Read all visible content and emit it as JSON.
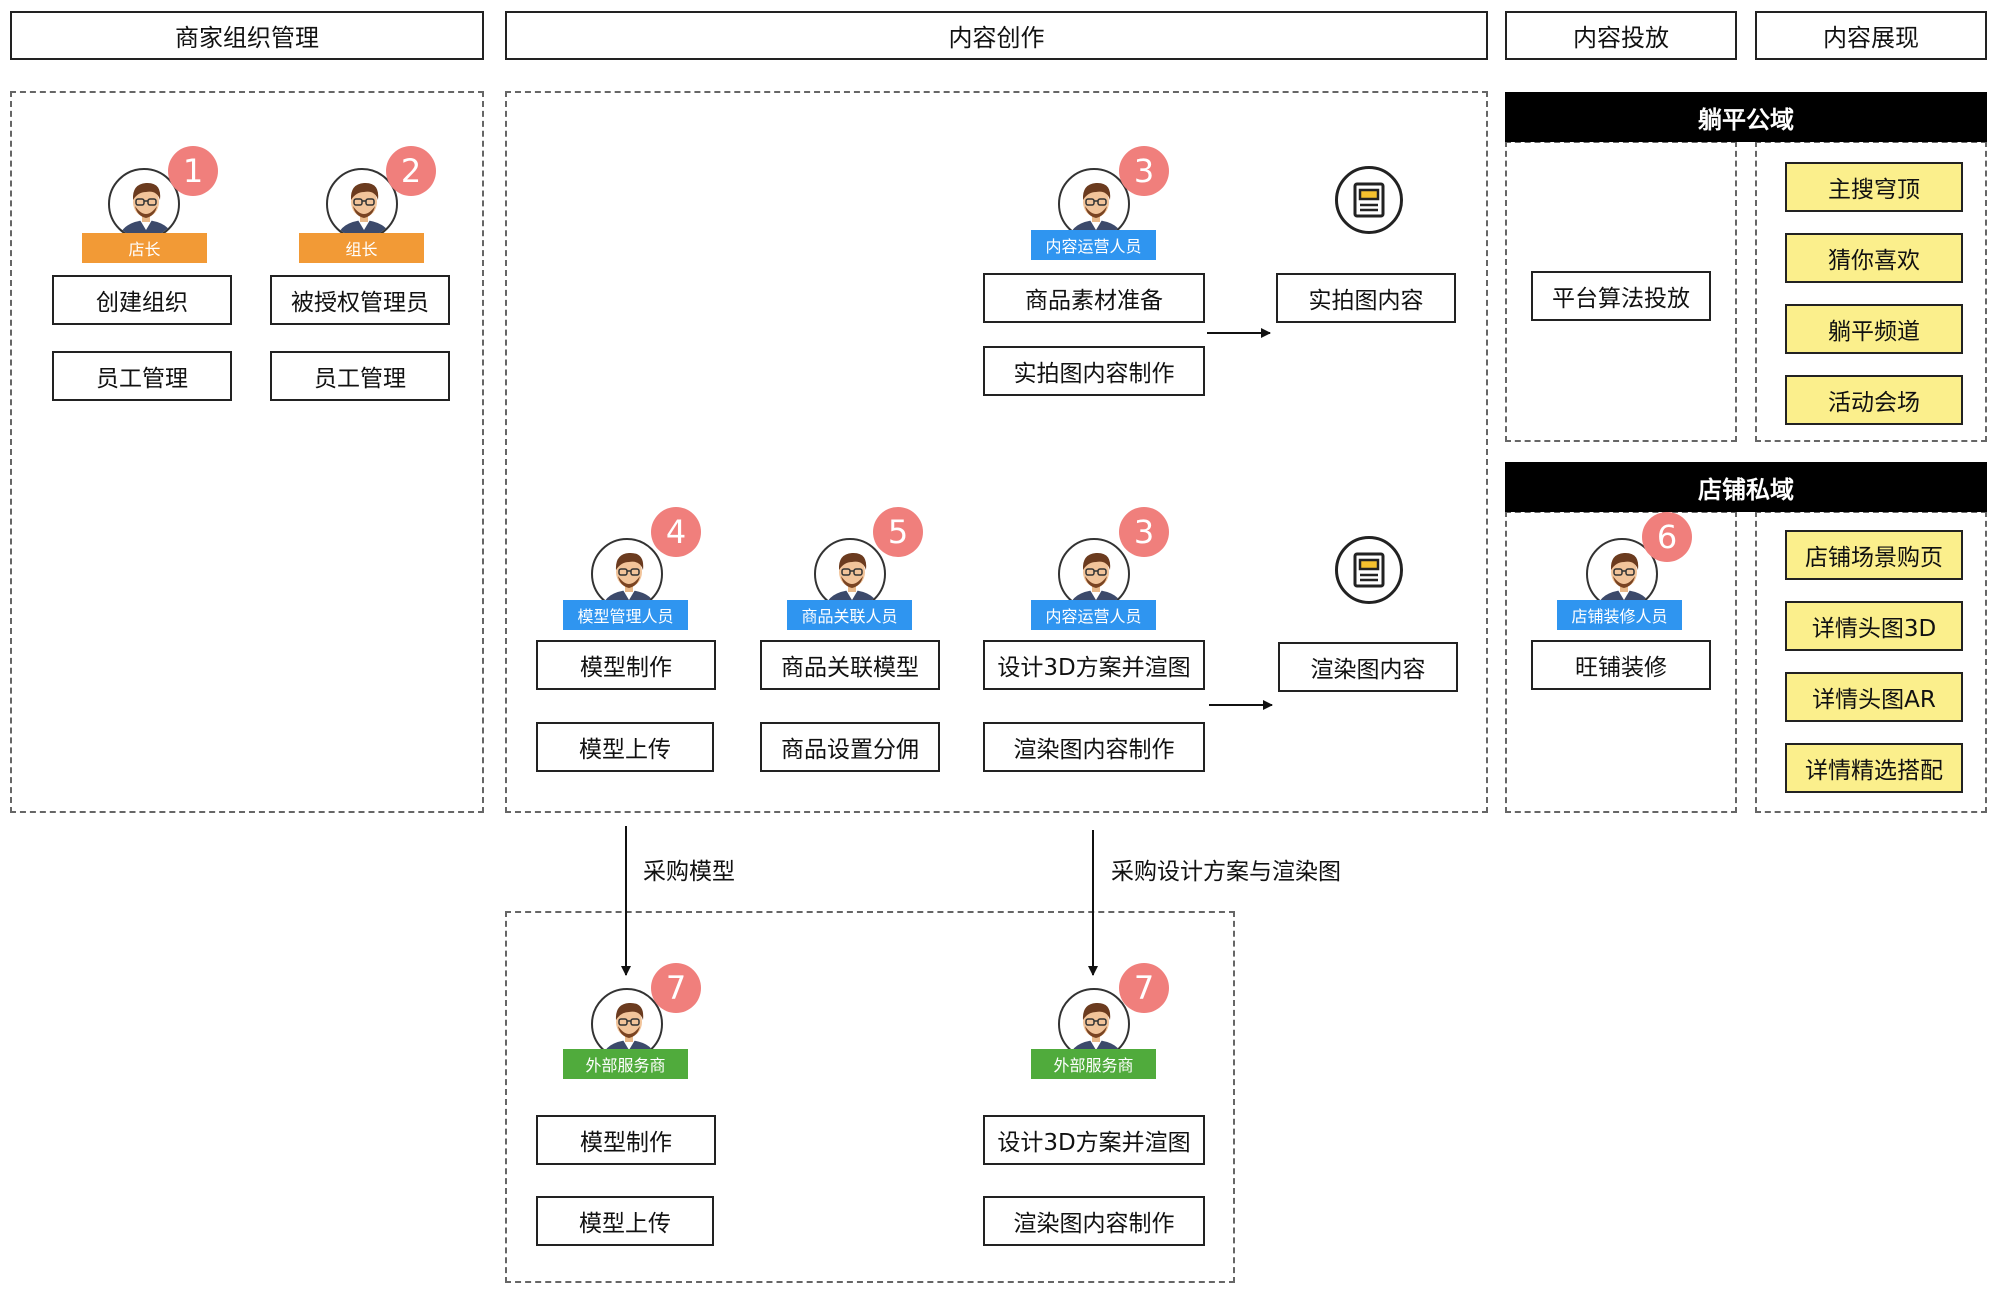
{
  "columns": {
    "merchant": "商家组织管理",
    "creation": "内容创作",
    "delivery": "内容投放",
    "display": "内容展现"
  },
  "merchant": {
    "roles": [
      {
        "number": "1",
        "role": "店长",
        "actions": [
          "创建组织",
          "员工管理"
        ]
      },
      {
        "number": "2",
        "role": "组长",
        "actions": [
          "被授权管理员",
          "员工管理"
        ]
      }
    ]
  },
  "creation": {
    "photo_flow": {
      "number": "3",
      "role": "内容运营人员",
      "actions": [
        "商品素材准备",
        "实拍图内容制作"
      ],
      "output": "实拍图内容"
    },
    "render_flow": {
      "roles": [
        {
          "number": "4",
          "role": "模型管理人员",
          "actions": [
            "模型制作",
            "模型上传"
          ]
        },
        {
          "number": "5",
          "role": "商品关联人员",
          "actions": [
            "商品关联模型",
            "商品设置分佣"
          ]
        },
        {
          "number": "3",
          "role": "内容运营人员",
          "actions": [
            "设计3D方案并渲图",
            "渲染图内容制作"
          ]
        }
      ],
      "output": "渲染图内容"
    }
  },
  "public_domain": {
    "title": "躺平公域",
    "delivery_action": "平台算法投放",
    "display_items": [
      "主搜穹顶",
      "猜你喜欢",
      "躺平频道",
      "活动会场"
    ]
  },
  "private_domain": {
    "title": "店铺私域",
    "number": "6",
    "role": "店铺装修人员",
    "action": "旺铺装修",
    "display_items": [
      "店铺场景购页",
      "详情头图3D",
      "详情头图AR",
      "详情精选搭配"
    ]
  },
  "purchase": {
    "model_label": "采购模型",
    "design_label": "采购设计方案与渲染图"
  },
  "external": {
    "providers": [
      {
        "number": "7",
        "role": "外部服务商",
        "actions": [
          "模型制作",
          "模型上传"
        ]
      },
      {
        "number": "7",
        "role": "外部服务商",
        "actions": [
          "设计3D方案并渲图",
          "渲染图内容制作"
        ]
      }
    ]
  },
  "colors": {
    "badge": "#f07f7c",
    "tag_orange": "#f29a36",
    "tag_blue": "#2f95f0",
    "tag_green": "#50ab3c",
    "display_item_fill": "#fbef8c"
  }
}
